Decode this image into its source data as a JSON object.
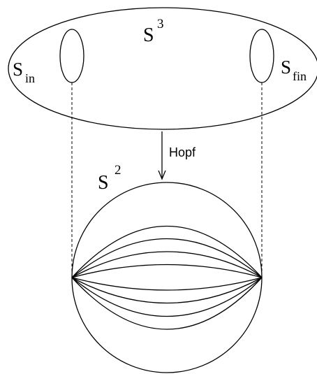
{
  "labels": {
    "s3": {
      "base": "S",
      "exp": "3"
    },
    "s_in": {
      "base": "S",
      "sub": "in"
    },
    "s_fin": {
      "base": "S",
      "sub": "fin"
    },
    "s2": {
      "base": "S",
      "exp": "2"
    },
    "map": "Hopf"
  },
  "colors": {
    "ink": "#000000",
    "background": "#ffffff"
  }
}
